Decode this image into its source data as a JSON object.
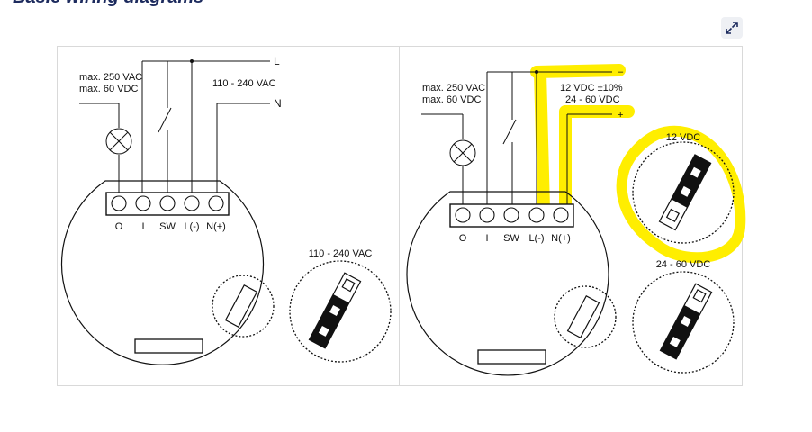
{
  "heading": "Basic wiring diagrams",
  "expand_icon": "expand-arrows-icon",
  "colors": {
    "highlight": "#ffee00",
    "line": "#111111",
    "frame": "#d9d9d9",
    "heading": "#1d2b5e"
  },
  "left_panel": {
    "rating_line1": "max. 250 VAC",
    "rating_line2": "max. 60 VDC",
    "supply": "110 - 240 VAC",
    "line_label": "L",
    "neutral_label": "N",
    "terminals": [
      "O",
      "I",
      "SW",
      "L(-)",
      "N(+)"
    ],
    "jumper_label": "110 - 240 VAC"
  },
  "right_panel": {
    "rating_line1": "max. 250 VAC",
    "rating_line2": "max. 60 VDC",
    "supply_dc1": "12 VDC ±10%",
    "supply_dc2": "24 - 60 VDC",
    "minus_label": "–",
    "plus_label": "+",
    "terminals": [
      "O",
      "I",
      "SW",
      "L(-)",
      "N(+)"
    ],
    "jumper_12_label": "12 VDC",
    "jumper_24_label": "24 - 60 VDC"
  }
}
